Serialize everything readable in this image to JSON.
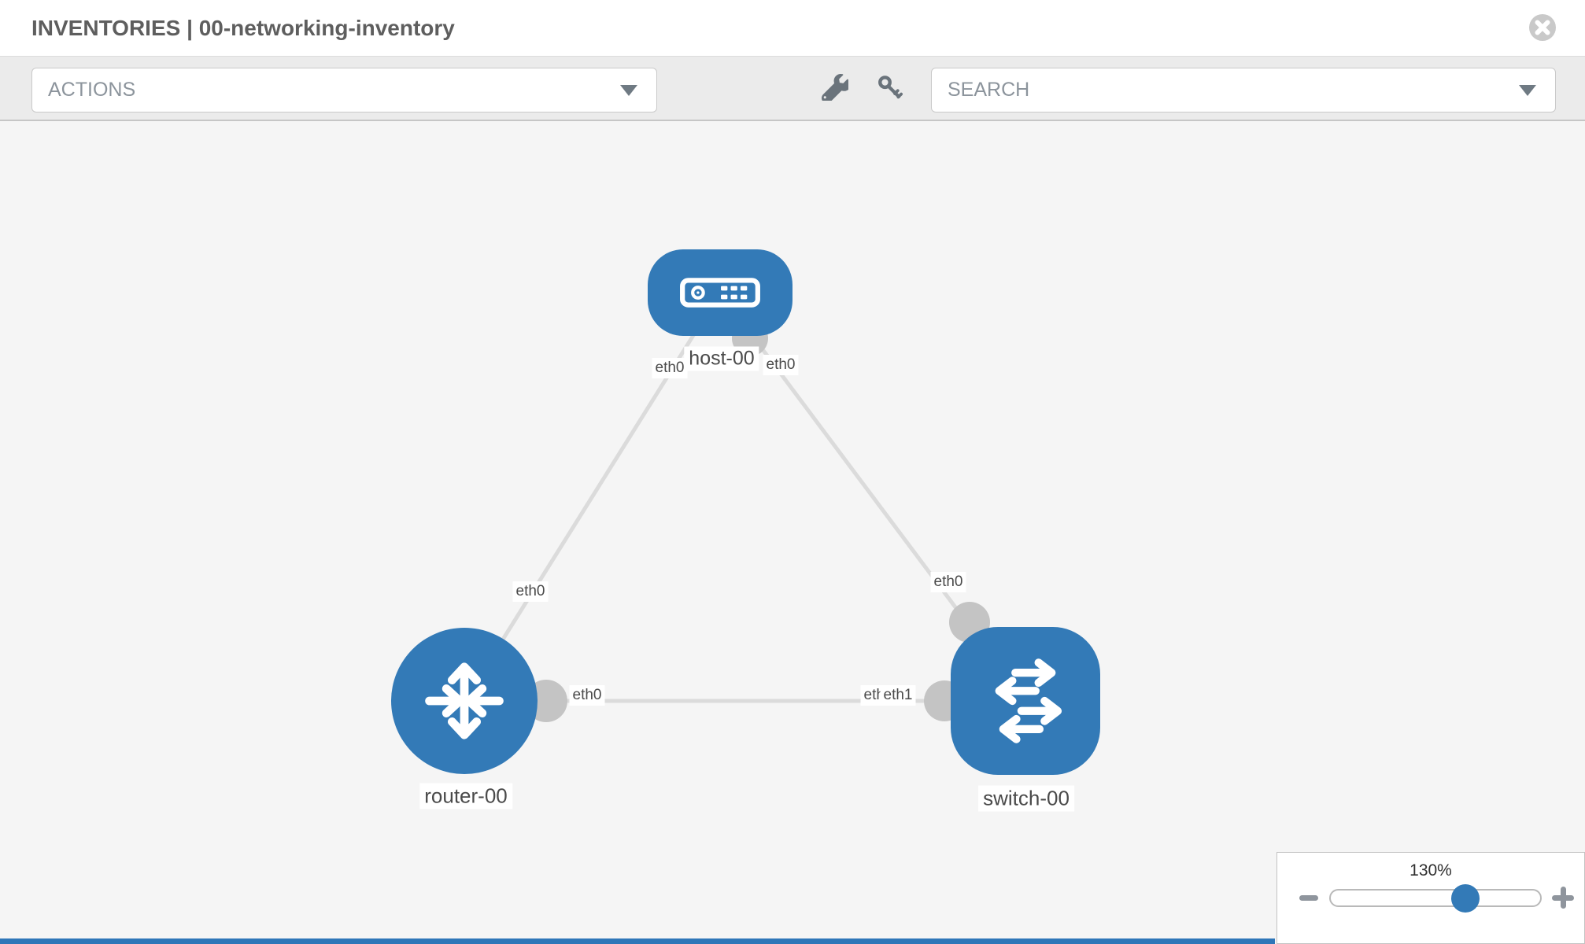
{
  "window": {
    "title": "INVENTORIES | 00-networking-inventory"
  },
  "toolbar": {
    "actions_label": "ACTIONS",
    "search_label": "SEARCH",
    "icons": [
      "wrench-icon",
      "key-icon"
    ]
  },
  "topology": {
    "nodes": [
      {
        "id": "host-00",
        "label": "host-00",
        "type": "host"
      },
      {
        "id": "router-00",
        "label": "router-00",
        "type": "router"
      },
      {
        "id": "switch-00",
        "label": "switch-00",
        "type": "switch"
      }
    ],
    "links": [
      {
        "from": "host-00",
        "from_if": "eth0",
        "to": "router-00",
        "to_if": "eth0"
      },
      {
        "from": "host-00",
        "from_if": "eth0",
        "to": "switch-00",
        "to_if": "eth0"
      },
      {
        "from": "router-00",
        "from_if": "eth0",
        "to": "switch-00",
        "to_if": "eth1",
        "to_if_overlapped": "eth1"
      }
    ]
  },
  "zoom_control": {
    "value_label": "130%",
    "percent": 130
  },
  "colors": {
    "node_blue": "#337ab7",
    "link_gray": "#dbdbdb",
    "connector_gray": "#c4c4c4",
    "slider_thumb_blue": "#337ab7",
    "footer_blue": "#2e76b8"
  }
}
